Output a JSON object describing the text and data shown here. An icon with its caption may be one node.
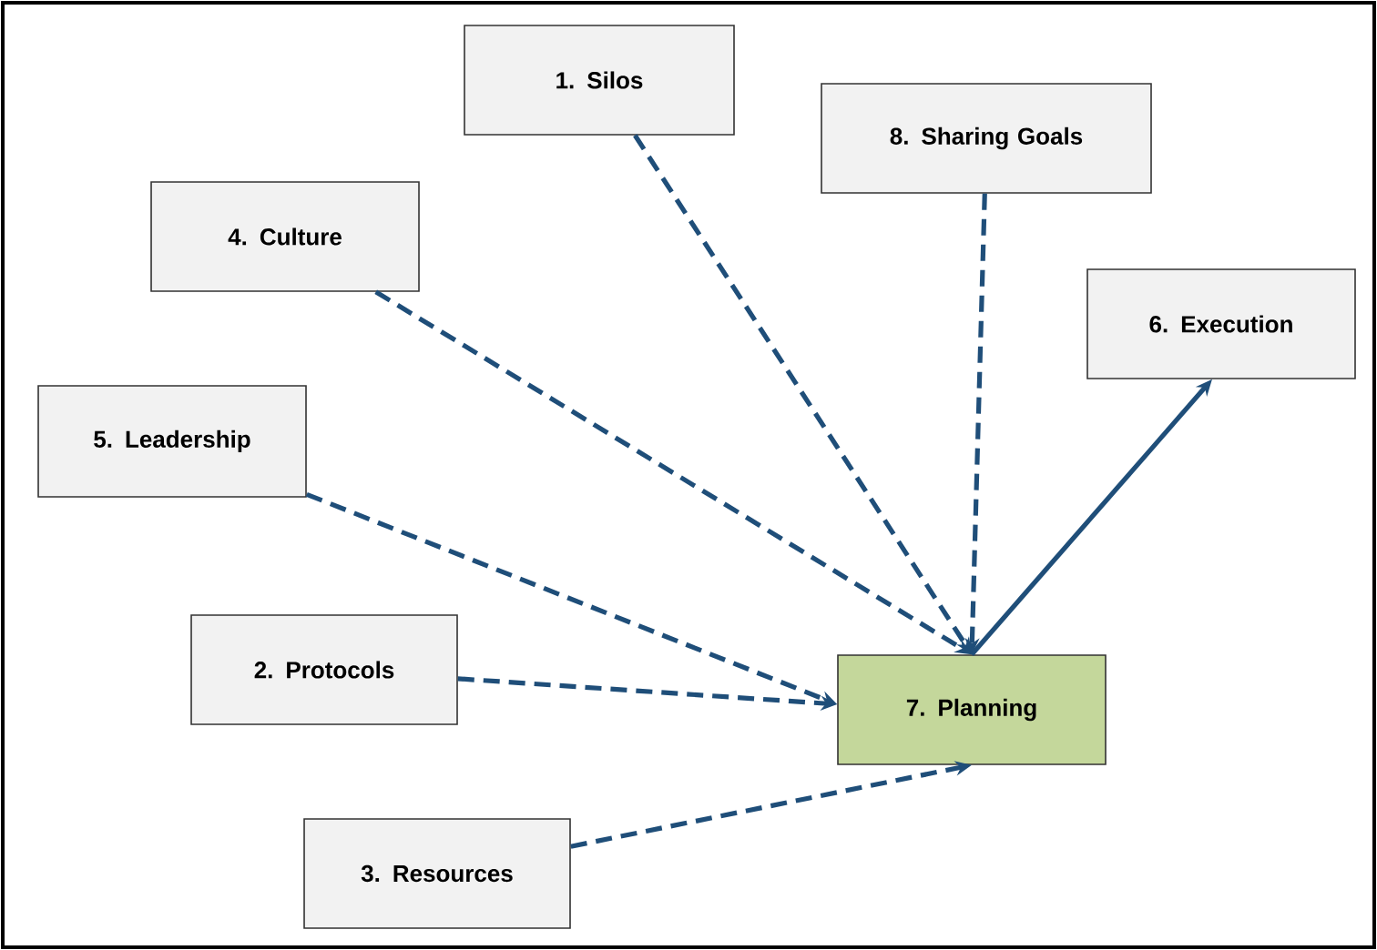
{
  "diagram": {
    "nodes": [
      {
        "text": [
          "1. Silos"
        ]
      },
      {
        "text": [
          "8. Sharing Goals"
        ]
      },
      {
        "text": [
          "4. Culture"
        ]
      },
      {
        "text": [
          "6. Execution"
        ]
      },
      {
        "text": [
          "5. Leadership"
        ]
      },
      {
        "text": [
          "2. Protocols"
        ]
      },
      {
        "text": [
          "7. Planning"
        ]
      },
      {
        "text": [
          "3. Resources"
        ]
      }
    ],
    "edges": [
      {
        "from": 0,
        "to": 6,
        "arrow": "to",
        "style": "dashed"
      },
      {
        "from": 1,
        "to": 6,
        "arrow": "to",
        "style": "dashed"
      },
      {
        "from": 2,
        "to": 6,
        "arrow": "to",
        "style": "dashed"
      },
      {
        "from": 4,
        "to": 6,
        "arrow": "to",
        "style": "dashed"
      },
      {
        "from": 5,
        "to": 6,
        "arrow": "to",
        "style": "dashed"
      },
      {
        "from": 7,
        "to": 6,
        "arrow": "to",
        "style": "dashed"
      },
      {
        "from": 6,
        "to": 3,
        "arrow": "to"
      }
    ]
  }
}
